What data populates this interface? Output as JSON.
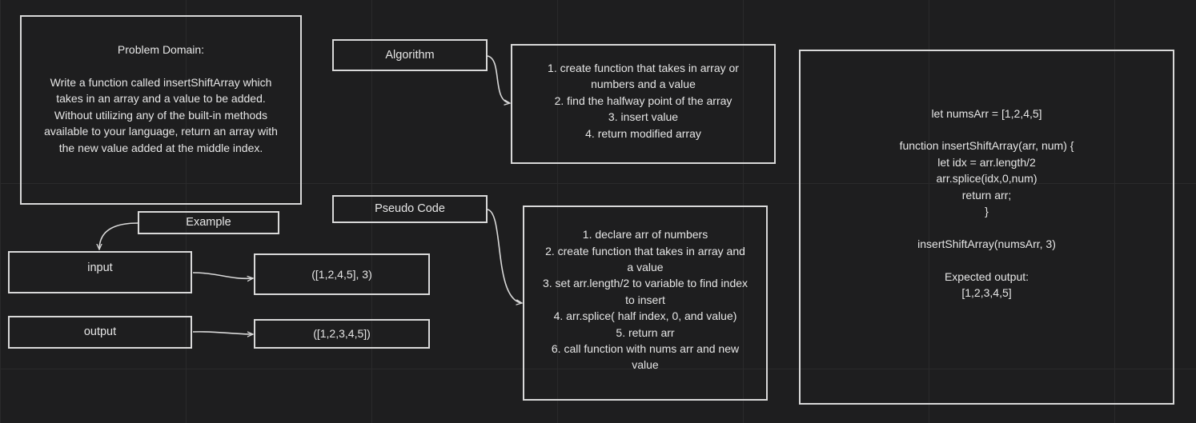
{
  "problem_domain": {
    "text": "Problem Domain:\n\nWrite a function called insertShiftArray which\ntakes in an array and a value to be added.\nWithout utilizing any of the built-in methods\navailable to your language, return an array with\nthe new value added at the middle index."
  },
  "algorithm": {
    "label": "Algorithm",
    "steps": "1. create function that takes in array or\nnumbers and a value\n2. find the halfway point of the array\n3. insert value\n4. return modified array"
  },
  "pseudo_code": {
    "label": "Pseudo Code",
    "steps": "1. declare arr of numbers\n2. create function that takes in array and\na value\n3. set arr.length/2 to variable to find index\nto insert\n4.  arr.splice( half index, 0, and value)\n5. return arr\n6. call function with nums arr and new\nvalue"
  },
  "example": {
    "label": "Example",
    "input_label": "input",
    "input_value": "([1,2,4,5], 3)",
    "output_label": "output",
    "output_value": "([1,2,3,4,5])"
  },
  "code": {
    "text": "let numsArr = [1,2,4,5]\n\nfunction  insertShiftArray(arr, num) {\nlet idx  = arr.length/2\narr.splice(idx,0,num)\nreturn arr;\n}\n\ninsertShiftArray(numsArr, 3)\n\nExpected output:\n[1,2,3,4,5]"
  },
  "colors": {
    "background": "#1e1e1f",
    "stroke": "#d9d9d9",
    "text": "#e6e6e6"
  }
}
